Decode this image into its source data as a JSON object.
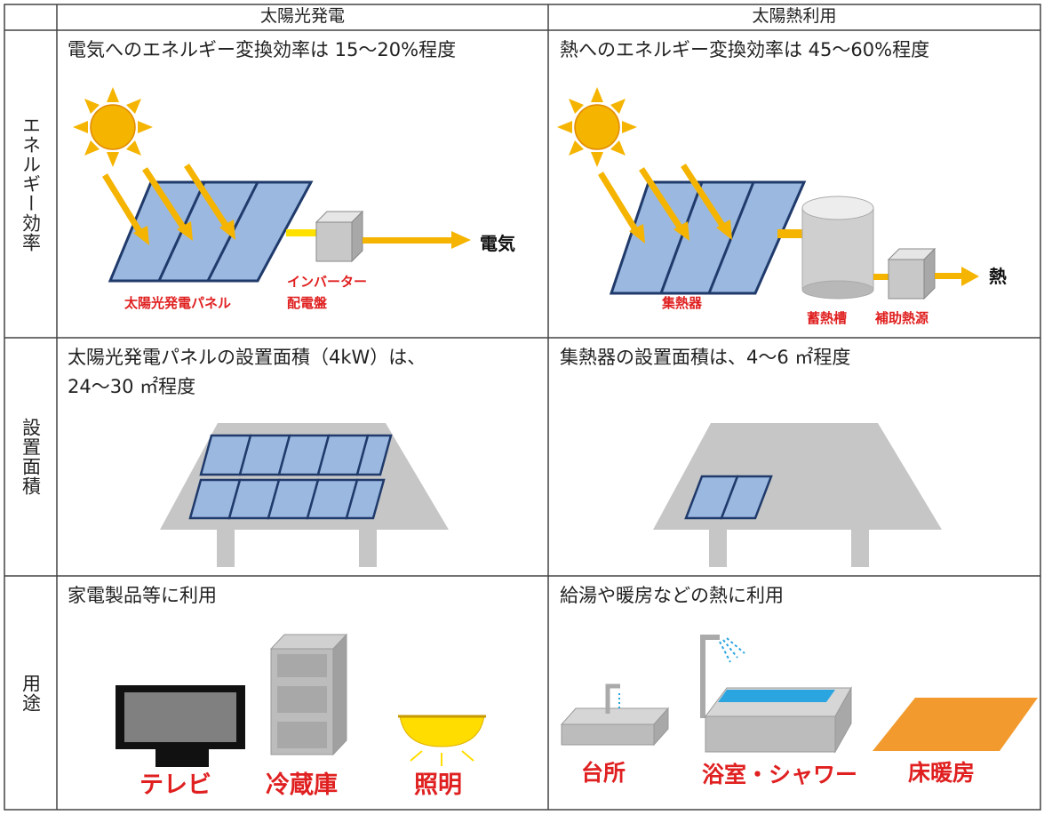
{
  "headers": {
    "solar_power": "太陽光発電",
    "solar_heat": "太陽熱利用"
  },
  "row_labels": {
    "efficiency": "エネルギー効率",
    "area": "設置面積",
    "usage": "用途"
  },
  "captions": {
    "pv_efficiency": "電気へのエネルギー変換効率は 15～20%程度",
    "heat_efficiency": "熱へのエネルギー変換効率は 45～60%程度",
    "pv_area": "太陽光発電パネルの設置面積（4kW）は、\n24～30 ㎡程度",
    "heat_area": "集熱器の設置面積は、4～6 ㎡程度",
    "pv_usage": "家電製品等に利用",
    "heat_usage": "給湯や暖房などの熱に利用"
  },
  "labels": {
    "pv_panel": "太陽光発電パネル",
    "inverter_1": "インバーター",
    "inverter_2": "配電盤",
    "electricity": "電気",
    "collector": "集熱器",
    "storage_tank": "蓄熱槽",
    "aux_heat": "補助熱源",
    "heat": "熱",
    "tv": "テレビ",
    "fridge": "冷蔵庫",
    "light": "照明",
    "kitchen": "台所",
    "bath": "浴室・シャワー",
    "floor_heating": "床暖房"
  },
  "colors": {
    "panel_fill": "#9bb8e0",
    "panel_stroke": "#1f3a6b",
    "arrow": "#f5b400",
    "sun": "#f5b400",
    "red_text": "#e02020",
    "gray": "#bdbdbd",
    "floor": "#f29a2e",
    "water": "#2aa5e0",
    "lamp": "#ffdd00"
  }
}
